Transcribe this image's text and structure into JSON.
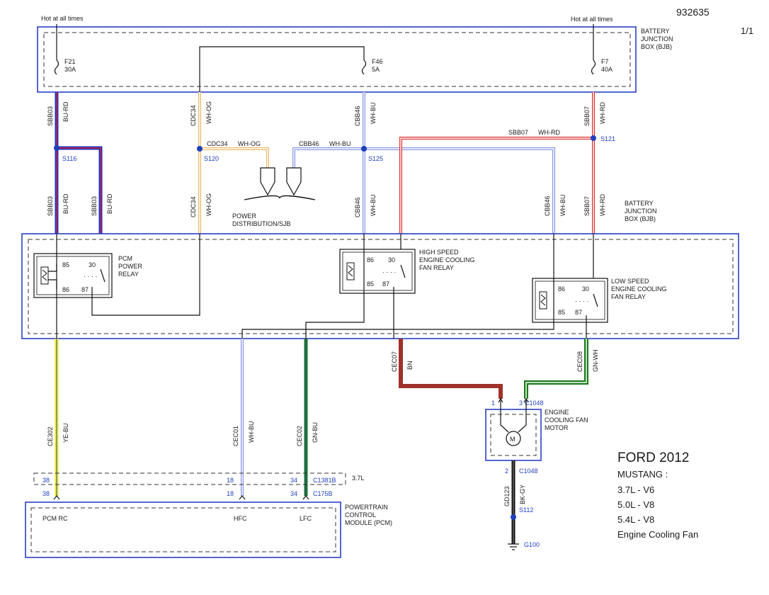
{
  "doc_id": "932635",
  "page": "1/1",
  "hot_label": "Hot at all times",
  "bjb": {
    "name1": "BATTERY",
    "name2": "JUNCTION",
    "name3": "BOX (BJB)"
  },
  "fuses": [
    {
      "id": "F21",
      "amp": "30A"
    },
    {
      "id": "F46",
      "amp": "5A"
    },
    {
      "id": "F7",
      "amp": "40A"
    }
  ],
  "wires": {
    "sbb03": "SBB03",
    "bu_rd": "BU-RD",
    "cdc34": "CDC34",
    "wh_og": "WH-OG",
    "cbb46": "CBB46",
    "wh_bu": "WH-BU",
    "sbb07": "SBB07",
    "wh_rd": "WH-RD",
    "cec07": "CEC07",
    "bn": "BN",
    "cec08": "CEC08",
    "gn_wh": "GN-WH",
    "ce302": "CE302",
    "ye_bu": "YE-BU",
    "cec01": "CEC01",
    "cec02": "CEC02",
    "gn_bu": "GN-BU",
    "gd123": "GD123",
    "bk_gy": "BK-GY"
  },
  "splices": {
    "s116": "S116",
    "s120": "S120",
    "s125": "S125",
    "s121": "S121",
    "s112": "S112"
  },
  "power_dist": {
    "line1": "POWER",
    "line2": "DISTRIBUTION/SJB"
  },
  "relays": {
    "pcm": {
      "l1": "PCM",
      "l2": "POWER",
      "l3": "RELAY"
    },
    "high": {
      "l1": "HIGH SPEED",
      "l2": "ENGINE COOLING",
      "l3": "FAN RELAY"
    },
    "low": {
      "l1": "LOW SPEED",
      "l2": "ENGINE COOLING",
      "l3": "FAN RELAY"
    },
    "pins": {
      "p85": "85",
      "p86": "86",
      "p30": "30",
      "p87": "87"
    }
  },
  "motor": {
    "l1": "ENGINE",
    "l2": "COOLING FAN",
    "l3": "MOTOR",
    "m": "M",
    "pin1": "1",
    "pin3": "3",
    "pin2": "2",
    "conn": "C1048"
  },
  "ground": {
    "g100": "G100"
  },
  "pcm": {
    "l1": "POWERTRAIN",
    "l2": "CONTROL",
    "l3": "MODULE (PCM)",
    "pcm_rc": "PCM RC",
    "hfc": "HFC",
    "lfc": "LFC"
  },
  "connectors": {
    "c1381b": "C1381B",
    "c175b": "C175B",
    "eng37": "3.7L",
    "p38": "38",
    "p18": "18",
    "p34": "34"
  },
  "title": {
    "make": "FORD 2012",
    "model": "MUSTANG :",
    "e1": "3.7L - V6",
    "e2": "5.0L - V8",
    "e3": "5.4L - V8",
    "sys": "Engine Cooling Fan"
  },
  "colors": {
    "frame_blue": "#2a3fc8",
    "bu_rd_blue": "#2233cc",
    "bu_rd_red": "#cc2222",
    "wh_og": "#e8b86a",
    "wh_bu": "#8b98e0",
    "wh_rd": "#e03030",
    "bn": "#a0312a",
    "gn": "#1a7a1a",
    "ye": "#eeee22"
  }
}
